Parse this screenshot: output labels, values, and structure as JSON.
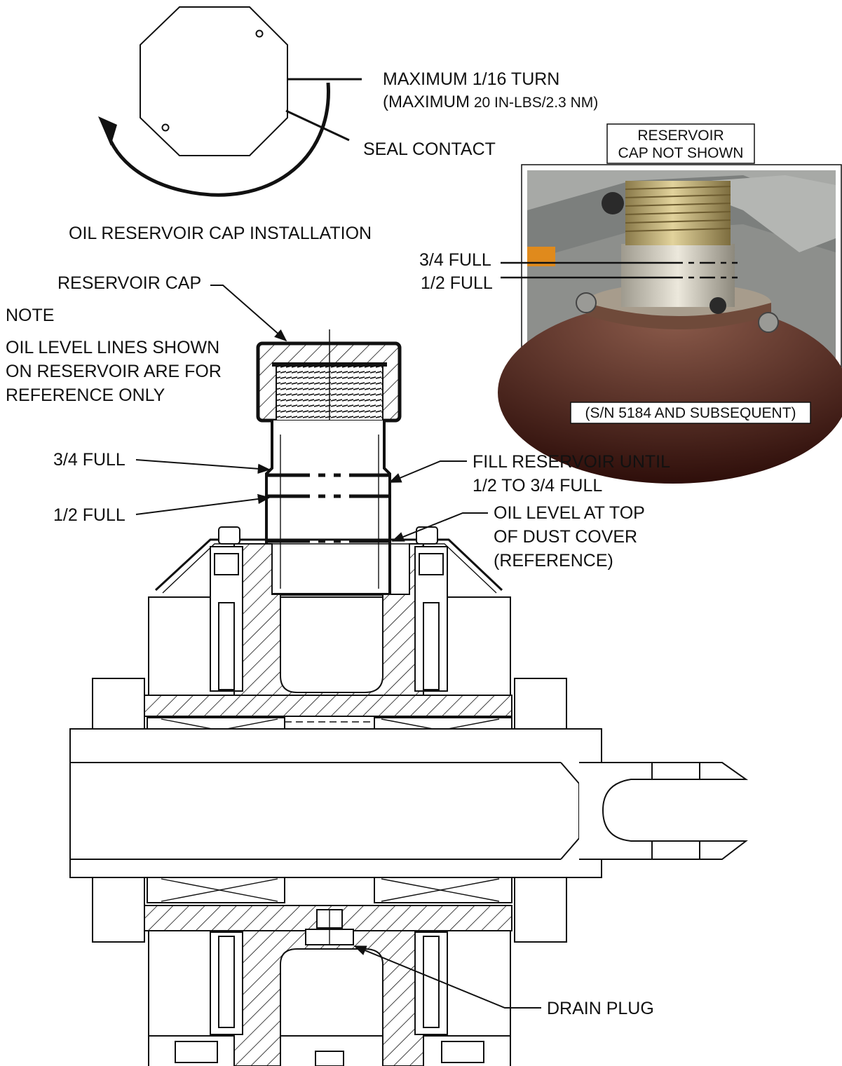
{
  "cap_detail": {
    "max_turn": "MAXIMUM 1/16 TURN",
    "max_torque_prefix": "(MAXIMUM",
    "max_torque_value": "20 IN-LBS/2.3 NM)",
    "seal_contact": "SEAL CONTACT",
    "title": "OIL RESERVOIR CAP INSTALLATION"
  },
  "photo_inset": {
    "header_line1": "RESERVOIR",
    "header_line2": "CAP NOT SHOWN",
    "three_quarter": "3/4 FULL",
    "half": "1/2 FULL",
    "caption": "(S/N 5184 AND SUBSEQUENT)"
  },
  "section": {
    "reservoir_cap": "RESERVOIR CAP",
    "note_title": "NOTE",
    "note_lines": [
      "OIL LEVEL LINES SHOWN",
      "ON RESERVOIR ARE FOR",
      "REFERENCE ONLY"
    ],
    "three_quarter": "3/4 FULL",
    "half": "1/2 FULL",
    "fill_line1": "FILL RESERVOIR UNTIL",
    "fill_line2": "1/2 TO 3/4 FULL",
    "dust_line1": "OIL LEVEL AT TOP",
    "dust_line2": "OF DUST COVER",
    "dust_line3": "(REFERENCE)",
    "drain_plug": "DRAIN PLUG"
  },
  "colors": {
    "ink": "#111111",
    "photo_bg": "#8d8f8c",
    "photo_base": "#4a1a14",
    "photo_brass": "#c8b47a"
  }
}
